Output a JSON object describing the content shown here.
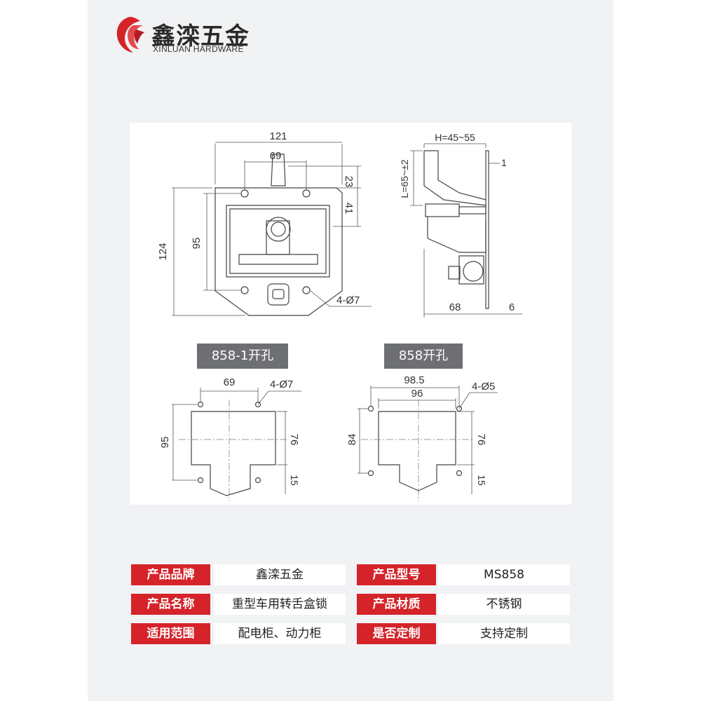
{
  "brand": {
    "name_cn": "鑫滦五金",
    "name_en": "XINLUAN HARDWARE",
    "logo_icon": "red-phoenix-logo-icon",
    "accent": "#d5232a"
  },
  "drawing": {
    "front": {
      "width_121": "121",
      "hole_69": "69",
      "dim_23": "23",
      "dim_41": "41",
      "height_124": "124",
      "hole_95": "95",
      "holes": "4-Ø7"
    },
    "side": {
      "h_range": "H=45~55",
      "l_range": "L=65~±2",
      "thickness": "1",
      "depth_68": "68",
      "dim_6": "6"
    }
  },
  "cutouts": [
    {
      "title": "858-1开孔",
      "w1": "69",
      "holes": "4-Ø7",
      "h95": "95",
      "h76": "76",
      "h15": "15"
    },
    {
      "title": "858开孔",
      "w985": "98.5",
      "w96": "96",
      "holes": "4-Ø5",
      "h84": "84",
      "h76": "76",
      "h15": "15"
    }
  ],
  "specs": [
    {
      "key": "产品品牌",
      "value": "鑫滦五金",
      "key2": "产品型号",
      "value2": "MS858"
    },
    {
      "key": "产品名称",
      "value": "重型车用转舌盒锁",
      "key2": "产品材质",
      "value2": "不锈钢"
    },
    {
      "key": "适用范围",
      "value": "配电柜、动力柜",
      "key2": "是否定制",
      "value2": "支持定制"
    }
  ],
  "colors": {
    "label_bg": "#6e6f73",
    "key_bg": "#d5232a",
    "panel_bg": "#f1f2f4"
  }
}
